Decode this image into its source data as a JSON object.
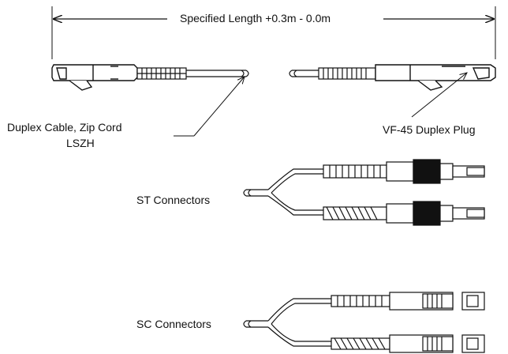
{
  "dimension": {
    "label": "Specified Length +0.3m - 0.0m"
  },
  "callouts": {
    "cable_line1": "Duplex Cable, Zip Cord",
    "cable_line2": "LSZH",
    "plug": "VF-45 Duplex Plug"
  },
  "connectors": {
    "st": "ST Connectors",
    "sc": "SC Connectors"
  }
}
